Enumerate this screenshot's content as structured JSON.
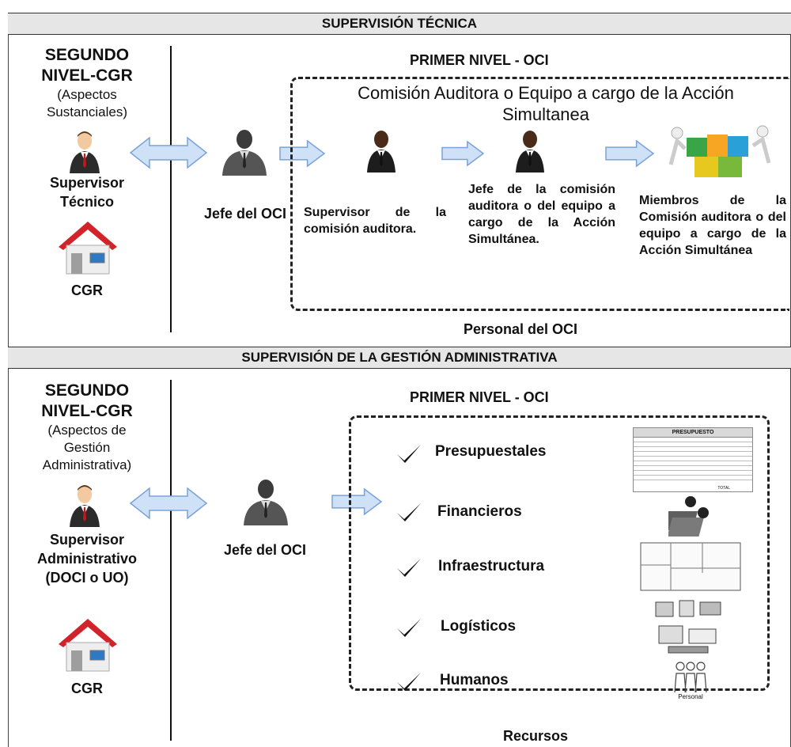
{
  "top": {
    "band_title": "SUPERVISIÓN TÉCNICA",
    "second_level": {
      "title_1": "SEGUNDO",
      "title_2": "NIVEL-CGR",
      "sub_1": "(Aspectos",
      "sub_2": "Sustanciales)",
      "role_1": "Supervisor",
      "role_2": "Técnico",
      "org": "CGR"
    },
    "first_level_title": "PRIMER NIVEL  -  OCI",
    "commission_title": "Comisión Auditora o Equipo a cargo de la Acción Simultanea",
    "jefe_oci": "Jefe del OCI",
    "supervisor_label": "Supervisor de la comisión auditora.",
    "jefe_comision_label": "Jefe de la comisión auditora o del equipo a cargo de la Acción Simultánea.",
    "miembros_label": "Miembros de la Comisión auditora o del equipo a cargo de la Acción Simultánea",
    "footer": "Personal del OCI"
  },
  "bottom": {
    "band_title": "SUPERVISIÓN DE LA GESTIÓN ADMINISTRATIVA",
    "second_level": {
      "title_1": "SEGUNDO",
      "title_2": "NIVEL-CGR",
      "sub_1": "(Aspectos de",
      "sub_2": "Gestión",
      "sub_3": "Administrativa)",
      "role_1": "Supervisor",
      "role_2": "Administrativo",
      "role_3": "(DOCI o UO)",
      "org": "CGR"
    },
    "first_level_title": "PRIMER NIVEL  -  OCI",
    "jefe_oci": "Jefe del OCI",
    "resources": [
      "Presupuestales",
      "Financieros",
      "Infraestructura",
      "Logísticos",
      "Humanos"
    ],
    "presupuesto_title": "PRESUPUESTO",
    "presupuesto_total": "TOTAL",
    "personal_caption": "Personal",
    "footer": "Recursos"
  }
}
